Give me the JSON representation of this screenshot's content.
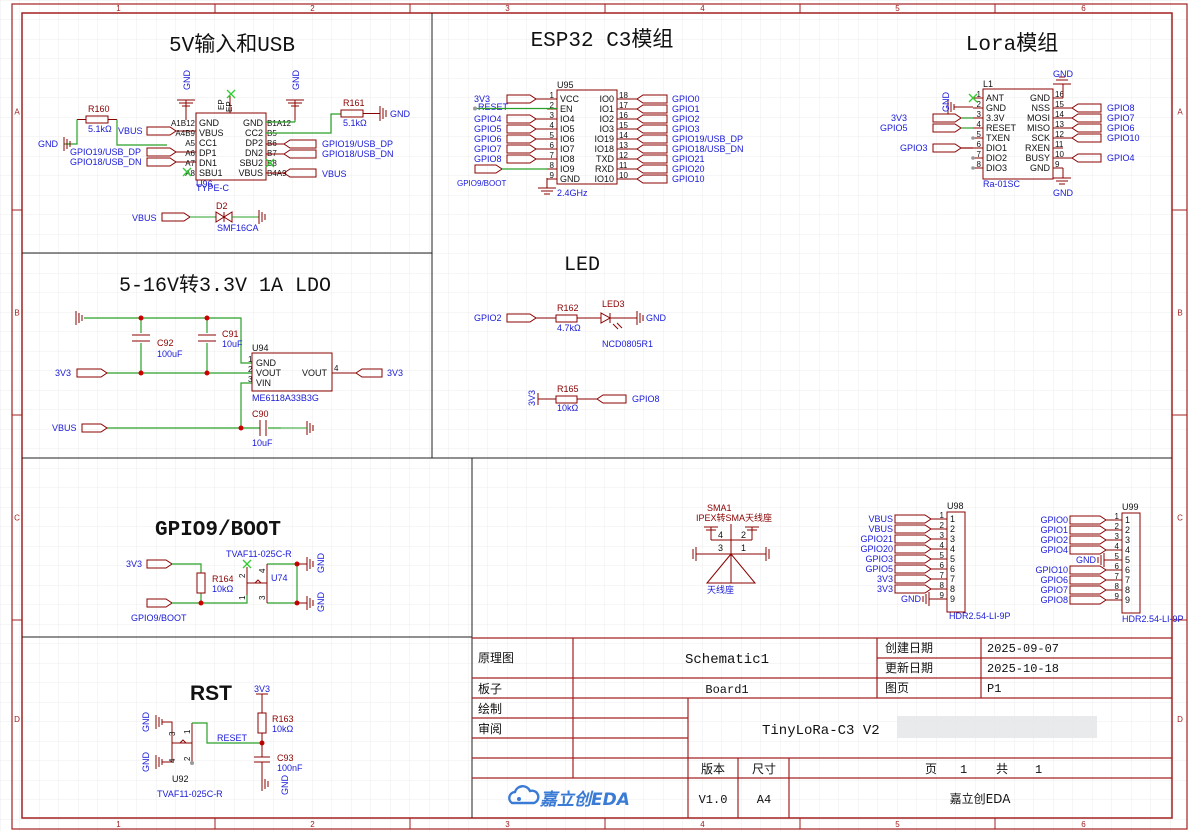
{
  "sheet": {
    "columns": [
      "1",
      "2",
      "3",
      "4",
      "5",
      "6"
    ],
    "rows": [
      "A",
      "B",
      "C",
      "D"
    ],
    "colors": {
      "frame": "#a32020",
      "wire": "#2aa02a",
      "net": "#1a1ad8",
      "part": "#8b0000",
      "text": "#111111",
      "grid": "#ececec",
      "junction": "#cc0000",
      "noconnect": "#33cc33"
    }
  },
  "sections": {
    "usb": {
      "title": "5V输入和USB"
    },
    "esp": {
      "title": "ESP32 C3模组"
    },
    "lora": {
      "title": "Lora模组"
    },
    "ldo": {
      "title": "5-16V转3.3V 1A LDO"
    },
    "led": {
      "title": "LED"
    },
    "boot": {
      "title": "GPIO9/BOOT"
    },
    "rst": {
      "title": "RST"
    }
  },
  "usb": {
    "r160": {
      "ref": "R160",
      "value": "5.1kΩ"
    },
    "r161": {
      "ref": "R161",
      "value": "5.1kΩ"
    },
    "conn": {
      "ref": "U96",
      "part": "TYPE-C",
      "pins_left": [
        "GND",
        "VBUS",
        "CC1",
        "DP1",
        "DN1",
        "SBU1"
      ],
      "pins_right": [
        "GND",
        "CC2",
        "DP2",
        "DN2",
        "SBU2",
        "VBUS"
      ],
      "pinnums_left": [
        "A1B12",
        "A4B9",
        "A5",
        "A6",
        "A7",
        "A8"
      ],
      "pinnums_right": [
        "B1A12",
        "B5",
        "B6",
        "B7",
        "B8",
        "B4A9"
      ],
      "ep": "EP"
    },
    "nets_left": [
      "VBUS",
      "GPIO19/USB_DP",
      "GPIO18/USB_DN"
    ],
    "nets_right": [
      "GPIO19/USB_DP",
      "GPIO18/USB_DN",
      "VBUS"
    ],
    "gnd": "GND",
    "d2": {
      "ref": "D2",
      "value": "SMF16CA",
      "net": "VBUS"
    }
  },
  "esp": {
    "ref": "U95",
    "footnote": "2.4GHz",
    "pins_left": [
      {
        "n": "1",
        "name": "VCC",
        "net": "3V3"
      },
      {
        "n": "2",
        "name": "EN",
        "net": "RESET"
      },
      {
        "n": "3",
        "name": "IO4",
        "net": "GPIO4"
      },
      {
        "n": "4",
        "name": "IO5",
        "net": "GPIO5"
      },
      {
        "n": "5",
        "name": "IO6",
        "net": "GPIO6"
      },
      {
        "n": "6",
        "name": "IO7",
        "net": "GPIO7"
      },
      {
        "n": "7",
        "name": "IO8",
        "net": "GPIO8"
      },
      {
        "n": "8",
        "name": "IO9",
        "net": "GPIO9/BOOT"
      },
      {
        "n": "9",
        "name": "GND",
        "net": ""
      }
    ],
    "pins_right": [
      {
        "n": "18",
        "name": "IO0",
        "net": "GPIO0"
      },
      {
        "n": "17",
        "name": "IO1",
        "net": "GPIO1"
      },
      {
        "n": "16",
        "name": "IO2",
        "net": "GPIO2"
      },
      {
        "n": "15",
        "name": "IO3",
        "net": "GPIO3"
      },
      {
        "n": "14",
        "name": "IO19",
        "net": "GPIO19/USB_DP"
      },
      {
        "n": "13",
        "name": "IO18",
        "net": "GPIO18/USB_DN"
      },
      {
        "n": "12",
        "name": "TXD",
        "net": "GPIO21"
      },
      {
        "n": "11",
        "name": "RXD",
        "net": "GPIO20"
      },
      {
        "n": "10",
        "name": "IO10",
        "net": "GPIO10"
      }
    ]
  },
  "lora": {
    "ref": "L1",
    "part": "Ra-01SC",
    "pins_left": [
      {
        "n": "1",
        "name": "ANT",
        "net": ""
      },
      {
        "n": "2",
        "name": "GND",
        "net": ""
      },
      {
        "n": "3",
        "name": "3.3V",
        "net": "3V3"
      },
      {
        "n": "4",
        "name": "RESET",
        "net": "GPIO5"
      },
      {
        "n": "5",
        "name": "TXEN",
        "net": ""
      },
      {
        "n": "6",
        "name": "DIO1",
        "net": "GPIO3"
      },
      {
        "n": "7",
        "name": "DIO2",
        "net": ""
      },
      {
        "n": "8",
        "name": "DIO3",
        "net": ""
      }
    ],
    "pins_right": [
      {
        "n": "16",
        "name": "GND",
        "net": ""
      },
      {
        "n": "15",
        "name": "NSS",
        "net": "GPIO8"
      },
      {
        "n": "14",
        "name": "MOSI",
        "net": "GPIO7"
      },
      {
        "n": "13",
        "name": "MISO",
        "net": "GPIO6"
      },
      {
        "n": "12",
        "name": "SCK",
        "net": "GPIO10"
      },
      {
        "n": "11",
        "name": "RXEN",
        "net": ""
      },
      {
        "n": "10",
        "name": "BUSY",
        "net": "GPIO4"
      },
      {
        "n": "9",
        "name": "GND",
        "net": ""
      }
    ],
    "gnd": "GND"
  },
  "ldo": {
    "c92": {
      "ref": "C92",
      "value": "100uF"
    },
    "c91": {
      "ref": "C91",
      "value": "10uF"
    },
    "c90": {
      "ref": "C90",
      "value": "10uF"
    },
    "u94": {
      "ref": "U94",
      "part": "ME6118A33B3G",
      "pins": [
        {
          "n": "1",
          "name": "GND"
        },
        {
          "n": "2",
          "name": "VOUT"
        },
        {
          "n": "3",
          "name": "VIN"
        }
      ],
      "pin_right": {
        "n": "4",
        "name": "VOUT"
      }
    },
    "nets": {
      "in_left": "3V3",
      "vbus": "VBUS",
      "out": "3V3"
    }
  },
  "led": {
    "r162": {
      "ref": "R162",
      "value": "4.7kΩ"
    },
    "led3": {
      "ref": "LED3",
      "part": "NCD0805R1"
    },
    "net_in": "GPIO2",
    "gnd": "GND",
    "r165": {
      "ref": "R165",
      "value": "10kΩ"
    },
    "pull_net": "3V3",
    "pull_target": "GPIO8"
  },
  "boot": {
    "r164": {
      "ref": "R164",
      "value": "10kΩ"
    },
    "u74": {
      "ref": "U74",
      "part": "TVAF11-025C-R",
      "pins": [
        "1",
        "2",
        "3",
        "4"
      ]
    },
    "nets": [
      "3V3",
      "GPIO9/BOOT"
    ],
    "gnd": "GND"
  },
  "rst": {
    "u92": {
      "ref": "U92",
      "part": "TVAF11-025C-R",
      "pins": [
        "1",
        "2",
        "3",
        "4"
      ]
    },
    "r163": {
      "ref": "R163",
      "value": "10kΩ"
    },
    "c93": {
      "ref": "C93",
      "value": "100nF"
    },
    "net": "RESET",
    "pwr": "3V3",
    "gnd": "GND"
  },
  "sma": {
    "ref": "SMA1",
    "part": "IPEX转SMA天线座",
    "label": "天线座",
    "pins": [
      "4",
      "2",
      "3",
      "1"
    ]
  },
  "u98": {
    "ref": "U98",
    "part": "HDR2.54-LI-9P",
    "nets": [
      "VBUS",
      "VBUS",
      "GPIO21",
      "GPIO20",
      "GPIO3",
      "GPIO5",
      "3V3",
      "3V3",
      "GND"
    ],
    "pins": [
      "1",
      "2",
      "3",
      "4",
      "5",
      "6",
      "7",
      "8",
      "9"
    ]
  },
  "u99": {
    "ref": "U99",
    "part": "HDR2.54-LI-9P",
    "nets": [
      "GPIO0",
      "GPIO1",
      "GPIO2",
      "GPIO4",
      "GND",
      "GPIO10",
      "GPIO6",
      "GPIO7",
      "GPIO8"
    ],
    "pins": [
      "1",
      "2",
      "3",
      "4",
      "5",
      "6",
      "7",
      "8",
      "9"
    ]
  },
  "titleblock": {
    "l_schematic": "原理图",
    "schematic": "Schematic1",
    "l_board": "板子",
    "board": "Board1",
    "l_drawn": "绘制",
    "l_review": "审阅",
    "project": "TinyLoRa-C3  V2",
    "l_created": "创建日期",
    "created": "2025-09-07",
    "l_updated": "更新日期",
    "updated": "2025-10-18",
    "l_page": "图页",
    "page": "P1",
    "l_version": "版本",
    "version": "V1.0",
    "l_size": "尺寸",
    "size": "A4",
    "l_pg": "页",
    "pg": "1",
    "l_total": "共",
    "total": "1",
    "company": "嘉立创EDA",
    "logo": "嘉立创EDA"
  }
}
